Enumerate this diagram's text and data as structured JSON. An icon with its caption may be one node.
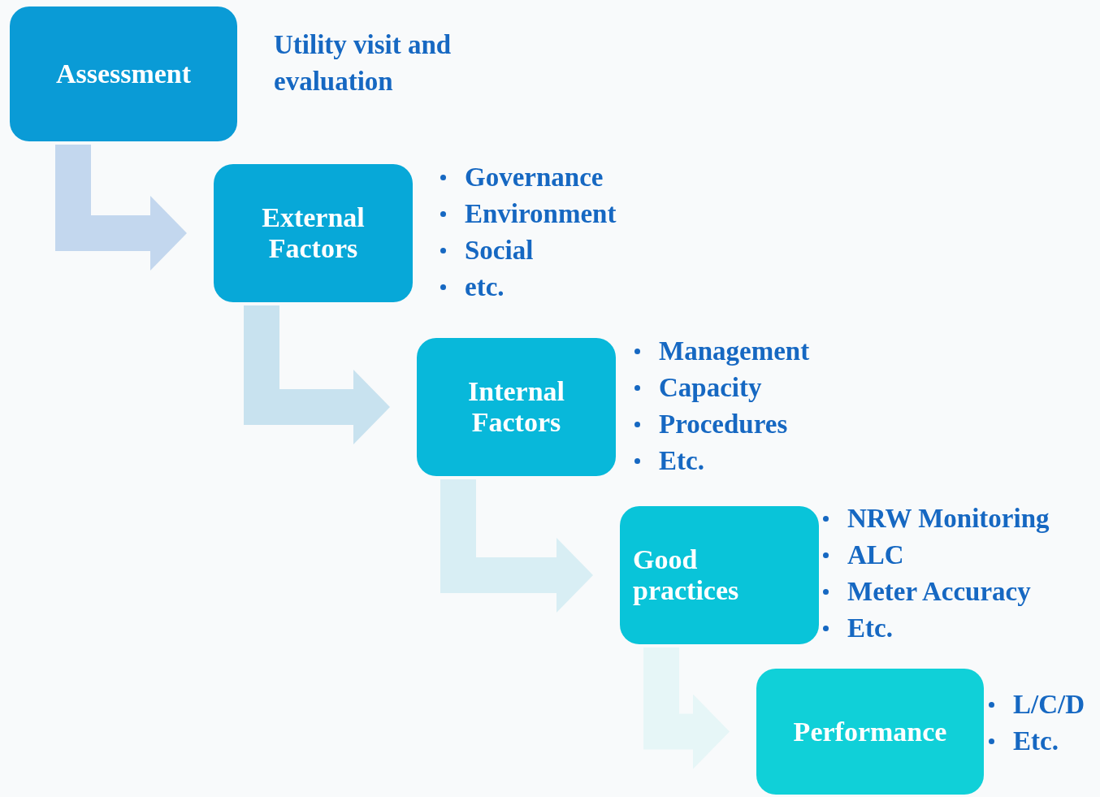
{
  "diagram": {
    "nodes": [
      {
        "text": [
          "Assessment"
        ],
        "beside": [
          "Utility visit and evaluation"
        ]
      },
      {
        "text": [
          "External Factors"
        ],
        "beside": [
          "Governance",
          "Environment",
          "Social",
          "etc."
        ]
      },
      {
        "text": [
          "Internal Factors"
        ],
        "beside": [
          "Management",
          "Capacity",
          "Procedures",
          "Etc."
        ]
      },
      {
        "text": [
          "Good practices"
        ],
        "beside": [
          "NRW Monitoring",
          "ALC",
          "Meter Accuracy",
          "Etc."
        ]
      },
      {
        "text": [
          "Performance"
        ],
        "beside": [
          "L/C/D",
          "Etc."
        ]
      }
    ],
    "edges": [
      {
        "from": 0,
        "to": 1,
        "arrow": "to",
        "color": "#c3d7ee"
      },
      {
        "from": 1,
        "to": 2,
        "arrow": "to",
        "color": "#c8e2ef"
      },
      {
        "from": 2,
        "to": 3,
        "arrow": "to",
        "color": "#d8eef4"
      },
      {
        "from": 3,
        "to": 4,
        "arrow": "to",
        "color": "#e6f6f7"
      }
    ]
  }
}
